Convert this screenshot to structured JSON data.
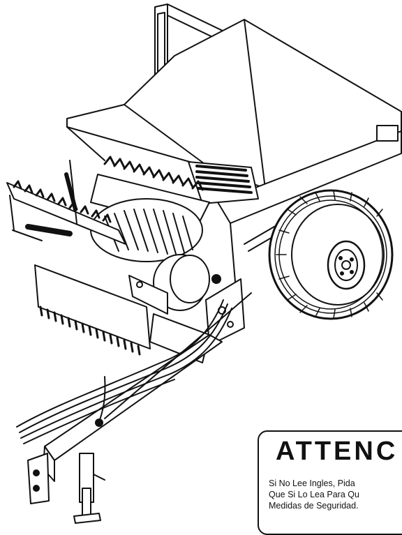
{
  "notice": {
    "heading": "ATTENC",
    "lines": [
      "Si No Lee Ingles, Pida",
      "Que Si Lo Lea Para Qu",
      "Medidas de Seguridad."
    ]
  }
}
